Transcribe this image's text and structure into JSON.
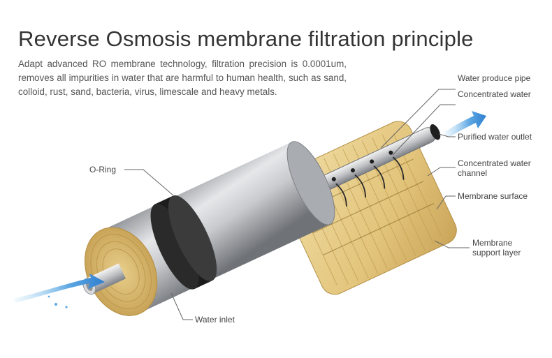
{
  "title": "Reverse Osmosis membrane filtration principle",
  "description": "Adapt advanced RO membrane technology, filtration precision is 0.0001um, removes all impurities in water that are harmful to human health, such as sand, colloid, rust, sand, bacteria, virus, limescale and heavy metals.",
  "labels": {
    "water_produce_pipe": "Water produce pipe",
    "concentrated_water": "Concentrated water",
    "purified_water_outlet": "Purified water outlet",
    "concentrated_water_channel_1": "Concentrated water",
    "concentrated_water_channel_2": "channel",
    "membrane_surface": "Membrane surface",
    "membrane_support_layer_1": "Membrane",
    "membrane_support_layer_2": "support layer",
    "o_ring": "O-Ring",
    "water_inlet": "Water inlet"
  },
  "colors": {
    "membrane": "#e3c57c",
    "membrane_dark": "#c9a458",
    "shell": "#b9bcc0",
    "o_ring": "#2a2a2a",
    "water": "#2f7fd0",
    "leader_line": "#666666"
  }
}
